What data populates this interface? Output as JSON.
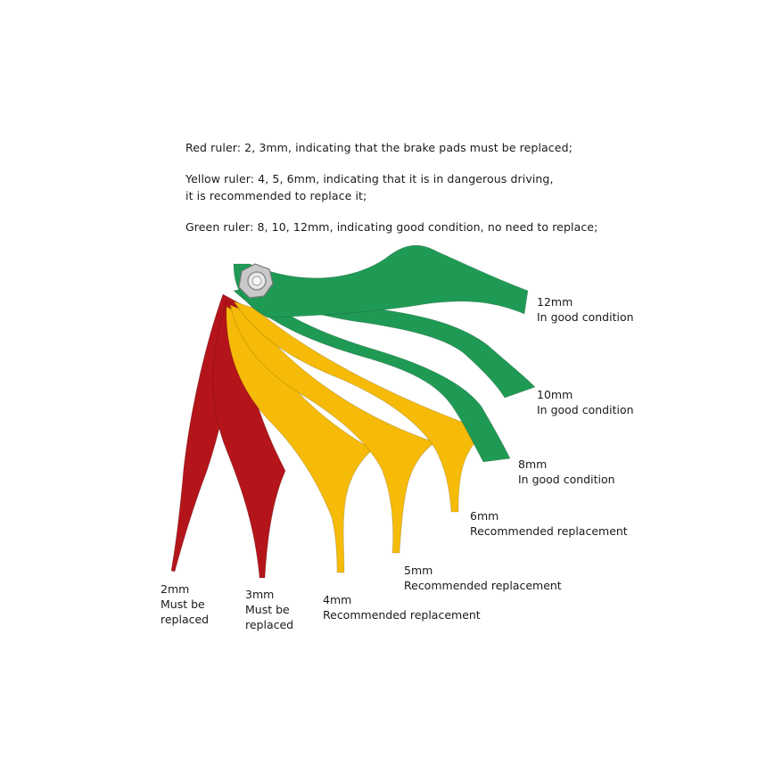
{
  "intro": {
    "red_line": "Red ruler: 2, 3mm, indicating that the brake pads must be replaced;",
    "yellow_line_1": "Yellow ruler: 4, 5, 6mm, indicating that it is in dangerous driving,",
    "yellow_line_2": "it is recommended to replace it;",
    "green_line": "Green ruler: 8, 10, 12mm, indicating good condition, no need to replace;"
  },
  "colors": {
    "red": "#b3151a",
    "yellow": "#f6bb08",
    "green": "#1f9a55",
    "bolt": "#c9c9c9"
  },
  "rulers": [
    {
      "size": "12mm",
      "status": "In good condition",
      "color": "green"
    },
    {
      "size": "10mm",
      "status": "In good condition",
      "color": "green"
    },
    {
      "size": "8mm",
      "status": "In good condition",
      "color": "green"
    },
    {
      "size": "6mm",
      "status": "Recommended replacement",
      "color": "yellow"
    },
    {
      "size": "5mm",
      "status": "Recommended replacement",
      "color": "yellow"
    },
    {
      "size": "4mm",
      "status": "Recommended replacement",
      "color": "yellow"
    },
    {
      "size": "3mm",
      "status_line_1": "Must be",
      "status_line_2": "replaced",
      "color": "red"
    },
    {
      "size": "2mm",
      "status_line_1": "Must be",
      "status_line_2": "replaced",
      "color": "red"
    }
  ]
}
